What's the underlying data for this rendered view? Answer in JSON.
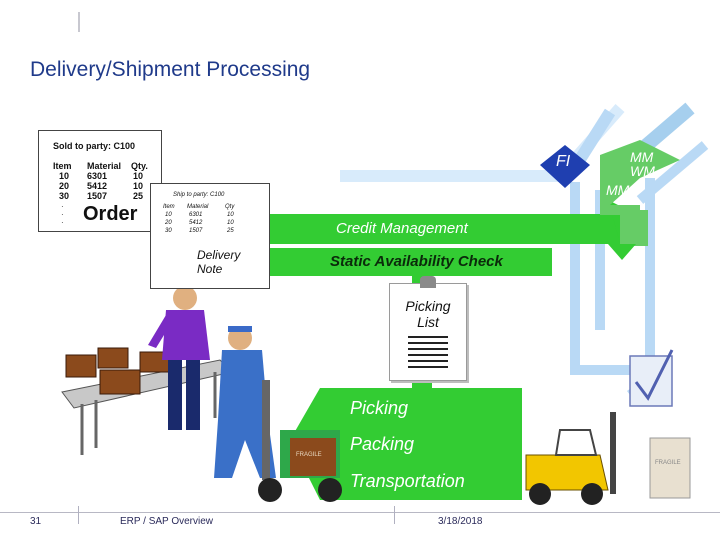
{
  "slide": {
    "title": "Delivery/Shipment Processing",
    "footer": {
      "page_number": "31",
      "subject": "ERP / SAP Overview",
      "date": "3/18/2018"
    }
  },
  "order_document": {
    "sold_to": "Sold to party: C100",
    "headers": [
      "Item",
      "Material",
      "Qty."
    ],
    "rows": [
      [
        "10",
        "6301",
        "10"
      ],
      [
        "20",
        "5412",
        "10"
      ],
      [
        "30",
        "1507",
        "25"
      ]
    ],
    "label": "Order"
  },
  "delivery_note": {
    "ship_to": "Ship to party: C100",
    "headers": [
      "Item",
      "Material",
      "Qty"
    ],
    "rows": [
      [
        "10",
        "6301",
        "10"
      ],
      [
        "20",
        "5412",
        "10"
      ],
      [
        "30",
        "1507",
        "25"
      ]
    ],
    "label_line1": "Delivery",
    "label_line2": "Note"
  },
  "modules": {
    "fi": "FI",
    "mm_wm_line1": "MM",
    "mm_wm_line2": "WM",
    "mm": "MM"
  },
  "flow_steps": {
    "credit_management": "Credit Management",
    "static_availability": "Static Availability Check",
    "picking_list_line1": "Picking",
    "picking_list_line2": "List",
    "picking": "Picking",
    "packing": "Packing",
    "transportation": "Transportation"
  },
  "boxes": {
    "fragile_label": "FRAGILE"
  },
  "colors": {
    "title": "#1f3a8a",
    "flow_green": "#33cc33",
    "fi_blue": "#1f3fb0",
    "mm_green": "#66cc66",
    "pipe_blue": "#b9d9f5"
  }
}
